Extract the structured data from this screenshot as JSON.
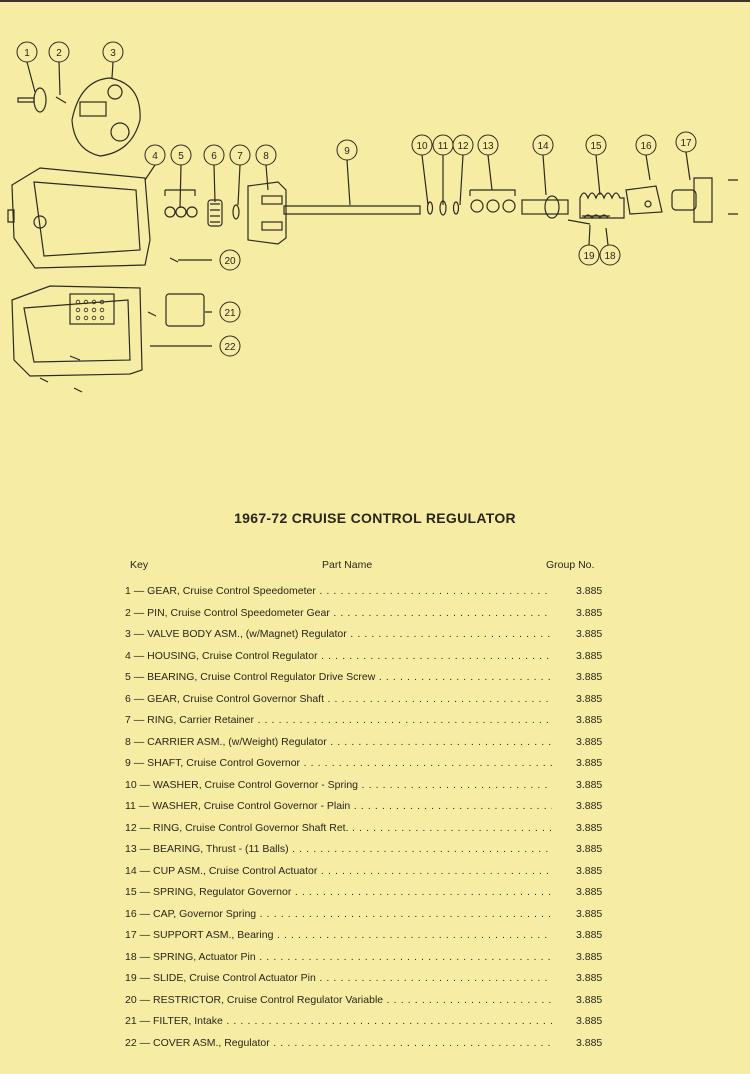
{
  "diagram": {
    "callouts": [
      "1",
      "2",
      "3",
      "4",
      "5",
      "6",
      "7",
      "8",
      "9",
      "10",
      "11",
      "12",
      "13",
      "14",
      "15",
      "16",
      "17",
      "18",
      "19",
      "20",
      "21",
      "22"
    ]
  },
  "title": "1967-72 CRUISE CONTROL REGULATOR",
  "headers": {
    "key": "Key",
    "name": "Part Name",
    "group": "Group No."
  },
  "parts": [
    {
      "desc": "1 — GEAR, Cruise Control Speedometer",
      "group": "3.885"
    },
    {
      "desc": "2 — PIN, Cruise Control Speedometer Gear",
      "group": "3.885"
    },
    {
      "desc": "3 — VALVE BODY ASM., (w/Magnet) Regulator",
      "group": "3.885"
    },
    {
      "desc": "4 — HOUSING, Cruise Control Regulator",
      "group": "3.885"
    },
    {
      "desc": "5 — BEARING, Cruise Control Regulator Drive Screw",
      "group": "3.885"
    },
    {
      "desc": "6 — GEAR, Cruise Control Governor Shaft",
      "group": "3.885"
    },
    {
      "desc": "7 — RING, Carrier Retainer",
      "group": "3.885"
    },
    {
      "desc": "8 — CARRIER ASM., (w/Weight) Regulator",
      "group": "3.885"
    },
    {
      "desc": "9 — SHAFT, Cruise Control Governor",
      "group": "3.885"
    },
    {
      "desc": "10 — WASHER, Cruise Control Governor - Spring",
      "group": "3.885"
    },
    {
      "desc": "11 — WASHER, Cruise Control Governor - Plain",
      "group": "3.885"
    },
    {
      "desc": "12 — RING, Cruise Control Governor Shaft Ret.",
      "group": "3.885"
    },
    {
      "desc": "13 — BEARING, Thrust - (11 Balls)",
      "group": "3.885"
    },
    {
      "desc": "14 — CUP ASM., Cruise Control Actuator",
      "group": "3.885"
    },
    {
      "desc": "15 — SPRING, Regulator Governor",
      "group": "3.885"
    },
    {
      "desc": "16 — CAP, Governor Spring",
      "group": "3.885"
    },
    {
      "desc": "17 — SUPPORT ASM., Bearing",
      "group": "3.885"
    },
    {
      "desc": "18 — SPRING, Actuator Pin",
      "group": "3.885"
    },
    {
      "desc": "19 — SLIDE, Cruise Control Actuator Pin",
      "group": "3.885"
    },
    {
      "desc": "20 — RESTRICTOR, Cruise Control Regulator Variable",
      "group": "3.885"
    },
    {
      "desc": "21 — FILTER, Intake",
      "group": "3.885"
    },
    {
      "desc": "22 — COVER ASM., Regulator",
      "group": "3.885"
    }
  ]
}
